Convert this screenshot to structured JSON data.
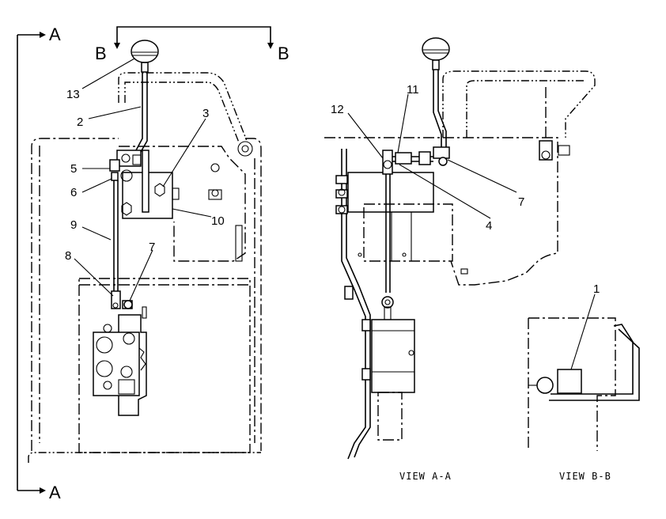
{
  "section_markers": {
    "a_top": "A",
    "a_bottom": "A",
    "b_left": "B",
    "b_right": "B"
  },
  "callouts": {
    "main_view": [
      "13",
      "2",
      "3",
      "5",
      "6",
      "9",
      "10",
      "8",
      "7"
    ],
    "view_a": [
      "12",
      "11",
      "4",
      "7"
    ],
    "view_b": [
      "1"
    ]
  },
  "captions": {
    "view_a": "VIEW A-A",
    "view_b": "VIEW B-B"
  }
}
